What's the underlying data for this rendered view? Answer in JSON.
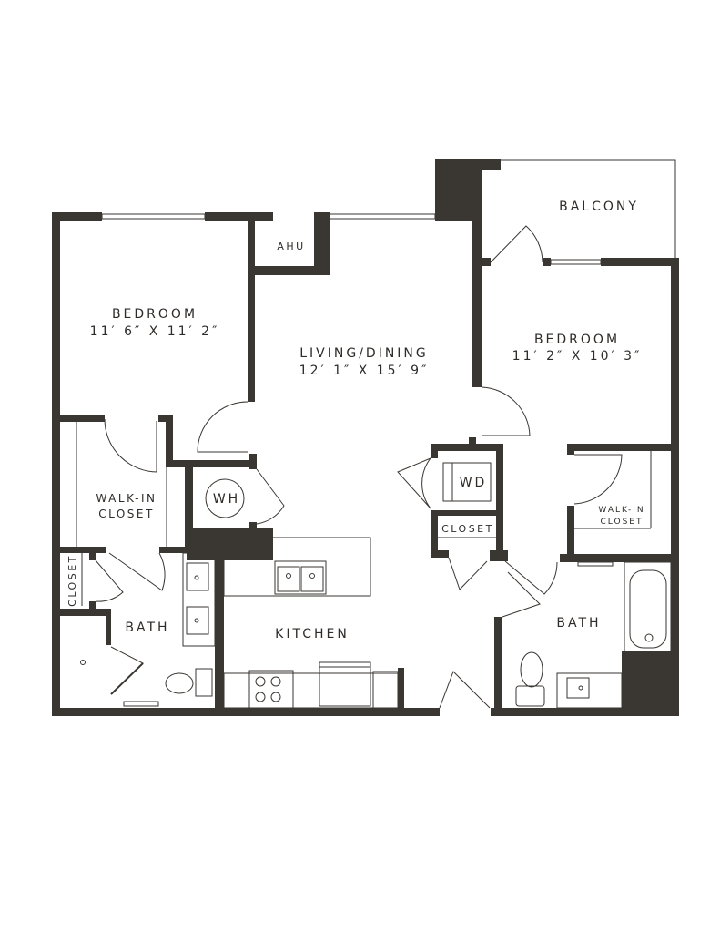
{
  "rooms": {
    "bedroom_left": {
      "name": "BEDROOM",
      "size": "11′ 6″ X 11′ 2″"
    },
    "living": {
      "name": "LIVING/DINING",
      "size": "12′ 1″ X 15′ 9″"
    },
    "bedroom_right": {
      "name": "BEDROOM",
      "size": "11′ 2″ X 10′ 3″"
    },
    "balcony": "BALCONY",
    "ahu": "AHU",
    "wh": "WH",
    "wd": "WD",
    "closet_center": "CLOSET",
    "closet_left": "CLOSET",
    "walkin_left": [
      "WALK-IN",
      "CLOSET"
    ],
    "walkin_right": [
      "WALK-IN",
      "CLOSET"
    ],
    "bath_left": "BATH",
    "bath_right": "BATH",
    "kitchen": "KITCHEN"
  },
  "colors": {
    "wall": "#3a3632",
    "background": "#ffffff"
  }
}
